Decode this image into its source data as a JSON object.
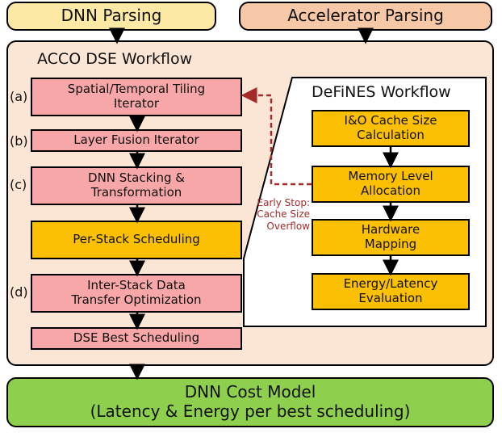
{
  "top": {
    "dnn_parsing": "DNN Parsing",
    "accelerator_parsing": "Accelerator Parsing"
  },
  "acco": {
    "title": "ACCO DSE Workflow",
    "steps": [
      {
        "tag": "(a)",
        "label": "Spatial/Temporal Tiling\nIterator"
      },
      {
        "tag": "(b)",
        "label": "Layer Fusion Iterator"
      },
      {
        "tag": "(c)",
        "label": "DNN Stacking &\nTransformation"
      },
      {
        "tag": "",
        "label": "Per-Stack Scheduling"
      },
      {
        "tag": "(d)",
        "label": "Inter-Stack Data\nTransfer Optimization"
      },
      {
        "tag": "",
        "label": "DSE Best Scheduling"
      }
    ]
  },
  "defines": {
    "title": "DeFiNES Workflow",
    "steps": [
      "I&O Cache Size\nCalculation",
      "Memory Level\nAllocation",
      "Hardware\nMapping",
      "Energy/Latency\nEvaluation"
    ],
    "early_stop": "Early Stop:\nCache Size\nOverflow"
  },
  "cost_model": {
    "line1": "DNN Cost Model",
    "line2": "(Latency & Energy per best scheduling)"
  },
  "colors": {
    "top_left": "#fce9a6",
    "top_right": "#f7c8a8",
    "outer": "#fbe5d5",
    "pink": "#f7a7a8",
    "gold": "#fcc002",
    "cost": "#8ecf4d",
    "dashed": "#a52a2a"
  }
}
